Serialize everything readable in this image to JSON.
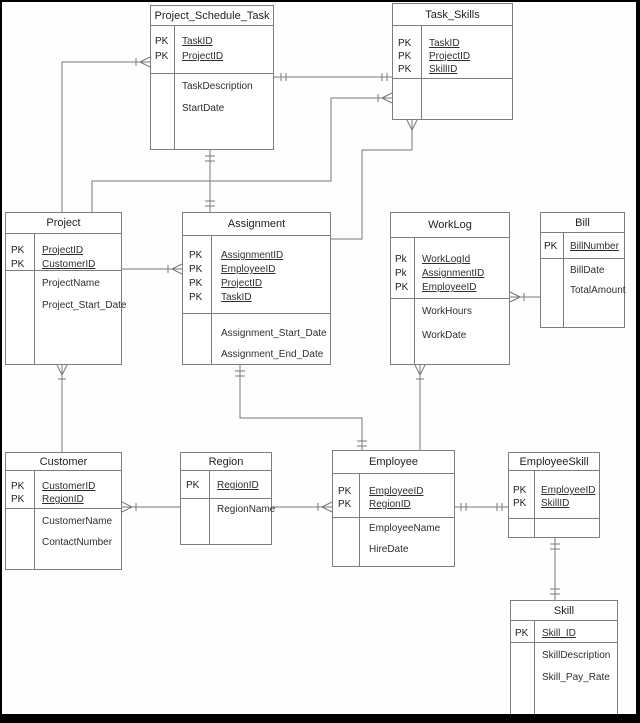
{
  "diagram": {
    "kind": "entity-relationship-diagram",
    "notation": "crow's foot",
    "entities": [
      {
        "name": "Project_Schedule_Task",
        "keys": [
          {
            "tag": "PK",
            "name": "TaskID"
          },
          {
            "tag": "PK",
            "name": "ProjectID"
          }
        ],
        "attributes": [
          "TaskDescription",
          "StartDate"
        ]
      },
      {
        "name": "Task_Skills",
        "keys": [
          {
            "tag": "PK",
            "name": "TaskID"
          },
          {
            "tag": "PK",
            "name": "ProjectID"
          },
          {
            "tag": "PK",
            "name": "SkillID"
          }
        ],
        "attributes": []
      },
      {
        "name": "Project",
        "keys": [
          {
            "tag": "PK",
            "name": "ProjectID"
          },
          {
            "tag": "PK",
            "name": "CustomerID"
          }
        ],
        "attributes": [
          "ProjectName",
          "Project_Start_Date"
        ]
      },
      {
        "name": "Assignment",
        "keys": [
          {
            "tag": "PK",
            "name": "AssignmentID"
          },
          {
            "tag": "PK",
            "name": "EmployeeID"
          },
          {
            "tag": "PK",
            "name": "ProjectID"
          },
          {
            "tag": "PK",
            "name": "TaskID"
          }
        ],
        "attributes": [
          "Assignment_Start_Date",
          "Assignment_End_Date"
        ]
      },
      {
        "name": "WorkLog",
        "keys": [
          {
            "tag": "Pk",
            "name": "WorkLogId"
          },
          {
            "tag": "Pk",
            "name": "AssignmentID"
          },
          {
            "tag": "PK",
            "name": "EmployeeID"
          }
        ],
        "attributes": [
          "WorkHours",
          "WorkDate"
        ]
      },
      {
        "name": "Bill",
        "keys": [
          {
            "tag": "PK",
            "name": "BillNumber"
          }
        ],
        "attributes": [
          "BillDate",
          "TotalAmount"
        ]
      },
      {
        "name": "Customer",
        "keys": [
          {
            "tag": "PK",
            "name": "CustomerID"
          },
          {
            "tag": "PK",
            "name": "RegionID"
          }
        ],
        "attributes": [
          "CustomerName",
          "ContactNumber"
        ]
      },
      {
        "name": "Region",
        "keys": [
          {
            "tag": "PK",
            "name": "RegionID"
          }
        ],
        "attributes": [
          "RegionName"
        ]
      },
      {
        "name": "Employee",
        "keys": [
          {
            "tag": "PK",
            "name": "EmployeeID"
          },
          {
            "tag": "PK",
            "name": "RegionID"
          }
        ],
        "attributes": [
          "EmployeeName",
          "HireDate"
        ]
      },
      {
        "name": "EmployeeSkill",
        "keys": [
          {
            "tag": "PK",
            "name": "EmployeeID"
          },
          {
            "tag": "PK",
            "name": "SkillID"
          }
        ],
        "attributes": []
      },
      {
        "name": "Skill",
        "keys": [
          {
            "tag": "PK",
            "name": "Skill_ID"
          }
        ],
        "attributes": [
          "SkillDescription",
          "Skill_Pay_Rate"
        ]
      }
    ],
    "relationships": [
      {
        "from": "Project",
        "to": "Project_Schedule_Task",
        "from_marker": "none",
        "to_marker": "one-to-many-crowfoot"
      },
      {
        "from": "Project",
        "to": "Task_Skills",
        "from_marker": "none",
        "to_marker": "one-to-many-crowfoot"
      },
      {
        "from": "Project_Schedule_Task",
        "to": "Task_Skills",
        "from_marker": "one-and-only-one",
        "to_marker": "one-and-only-one"
      },
      {
        "from": "Project_Schedule_Task",
        "to": "Assignment",
        "from_marker": "one-and-only-one",
        "to_marker": "one-and-only-one"
      },
      {
        "from": "Project",
        "to": "Assignment",
        "from_marker": "none",
        "to_marker": "one-to-many-crowfoot"
      },
      {
        "from": "Assignment",
        "to": "Task_Skills",
        "from_marker": "none",
        "to_marker": "many-crowfoot"
      },
      {
        "from": "Assignment",
        "to": "Employee",
        "from_marker": "one-and-only-one",
        "to_marker": "one-and-only-one"
      },
      {
        "from": "Employee",
        "to": "WorkLog",
        "from_marker": "none",
        "to_marker": "one-to-many-crowfoot"
      },
      {
        "from": "Bill",
        "to": "WorkLog",
        "from_marker": "none",
        "to_marker": "one-to-many-crowfoot"
      },
      {
        "from": "Customer",
        "to": "Project",
        "from_marker": "none",
        "to_marker": "one-to-many-crowfoot"
      },
      {
        "from": "Region",
        "to": "Customer",
        "from_marker": "none",
        "to_marker": "one-to-many-crowfoot"
      },
      {
        "from": "Region",
        "to": "Employee",
        "from_marker": "none",
        "to_marker": "one-to-many-crowfoot"
      },
      {
        "from": "Employee",
        "to": "EmployeeSkill",
        "from_marker": "one-and-only-one",
        "to_marker": "one-and-only-one"
      },
      {
        "from": "EmployeeSkill",
        "to": "Skill",
        "from_marker": "one-and-only-one",
        "to_marker": "one-and-only-one"
      }
    ]
  }
}
